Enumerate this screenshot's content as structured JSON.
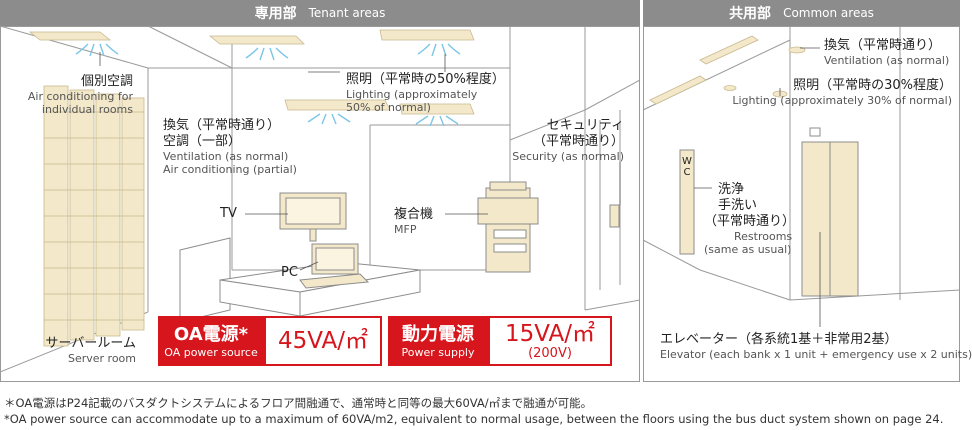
{
  "headers": {
    "tenant": {
      "jp": "専用部",
      "en": "Tenant areas"
    },
    "common": {
      "jp": "共用部",
      "en": "Common areas"
    }
  },
  "labels": {
    "aircon_individual": {
      "jp": "個別空調",
      "en1": "Air conditioning for",
      "en2": "individual rooms"
    },
    "ventilation_tenant": {
      "jp1": "換気（平常時通り）",
      "jp2": "空調（一部）",
      "en1": "Ventilation (as normal)",
      "en2": "Air conditioning (partial)"
    },
    "lighting_tenant": {
      "jp": "照明（平常時の50%程度）",
      "en1": "Lighting (approximately",
      "en2": "50% of normal)"
    },
    "security": {
      "jp1": "セキュリティ",
      "jp2": "（平常時通り）",
      "en": "Security (as normal)"
    },
    "tv": "TV",
    "mfp": {
      "jp": "複合機",
      "en": "MFP"
    },
    "pc": "PC",
    "server_room": {
      "jp": "サーバールーム",
      "en": "Server room"
    },
    "ventilation_common": {
      "jp": "換気（平常時通り）",
      "en": "Ventilation (as normal)"
    },
    "lighting_common": {
      "jp": "照明（平常時の30%程度）",
      "en": "Lighting (approximately 30% of normal)"
    },
    "restrooms": {
      "jp1": "洗浄",
      "jp2": "手洗い",
      "jp3": "（平常時通り）",
      "en1": "Restrooms",
      "en2": "(same as usual)"
    },
    "wc": {
      "w": "W",
      "c": "C"
    },
    "elevator": {
      "jp": "エレベーター（各系統1基＋非常用2基）",
      "en": "Elevator (each bank x 1 unit + emergency use x 2 units)"
    }
  },
  "power": {
    "oa": {
      "title": "OA電源*",
      "sub": "OA power source",
      "value": "45VA/㎡"
    },
    "motor": {
      "title": "動力電源",
      "sub": "Power supply",
      "value": "15VA/㎡",
      "value2": "(200V)"
    }
  },
  "notes": {
    "jp": "＊OA電源はP24記載のバスダクトシステムによるフロア間融通で、通常時と同等の最大60VA/㎡まで融通が可能。",
    "en": "*OA power source can accommodate up to a maximum of 60VA/m2, equivalent to normal usage, between the floors using the bus duct system shown on page 24."
  },
  "colors": {
    "header": "#8c8c8c",
    "accent": "#d6151c",
    "panel": "#f3e8c9",
    "line": "#999999"
  }
}
